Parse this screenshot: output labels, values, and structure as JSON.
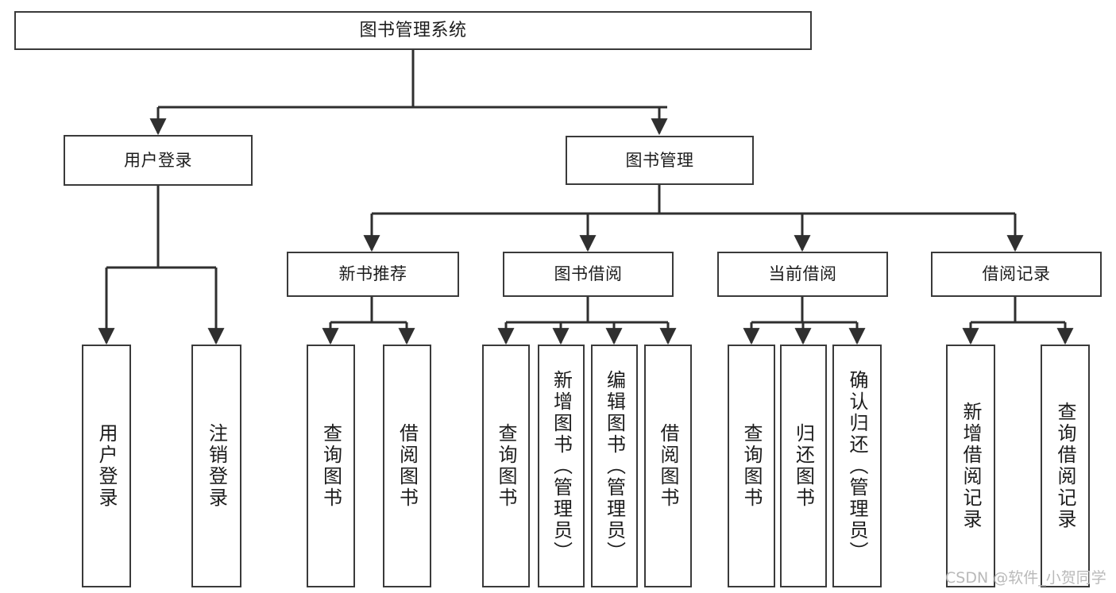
{
  "diagram": {
    "title": "图书管理系统",
    "type": "功能结构图",
    "colors": {
      "box_border": "#3a3a3a",
      "box_fill": "#ffffff",
      "edge": "#2f2f2f",
      "text": "#1c1c1c",
      "watermark": "#b9b9b9",
      "background": "#ffffff"
    },
    "watermark": "CSDN @软件_小贺同学",
    "nodes": {
      "root": {
        "label": "图书管理系统"
      },
      "level2": [
        {
          "label": "用户登录"
        },
        {
          "label": "图书管理"
        }
      ],
      "level3": [
        {
          "label": "新书推荐"
        },
        {
          "label": "图书借阅"
        },
        {
          "label": "当前借阅"
        },
        {
          "label": "借阅记录"
        }
      ],
      "leaves": {
        "user_login": [
          {
            "label": "用户登录"
          },
          {
            "label": "注销登录"
          }
        ],
        "new_book_recommend": [
          {
            "label": "查询图书"
          },
          {
            "label": "借阅图书"
          }
        ],
        "book_borrow": [
          {
            "label": "查询图书"
          },
          {
            "label": "新增图书（管理员）"
          },
          {
            "label": "编辑图书（管理员）"
          },
          {
            "label": "借阅图书"
          }
        ],
        "current_borrow": [
          {
            "label": "查询图书"
          },
          {
            "label": "归还图书"
          },
          {
            "label": "确认归还（管理员）"
          }
        ],
        "borrow_record": [
          {
            "label": "新增借阅记录"
          },
          {
            "label": "查询借阅记录"
          }
        ]
      }
    }
  }
}
